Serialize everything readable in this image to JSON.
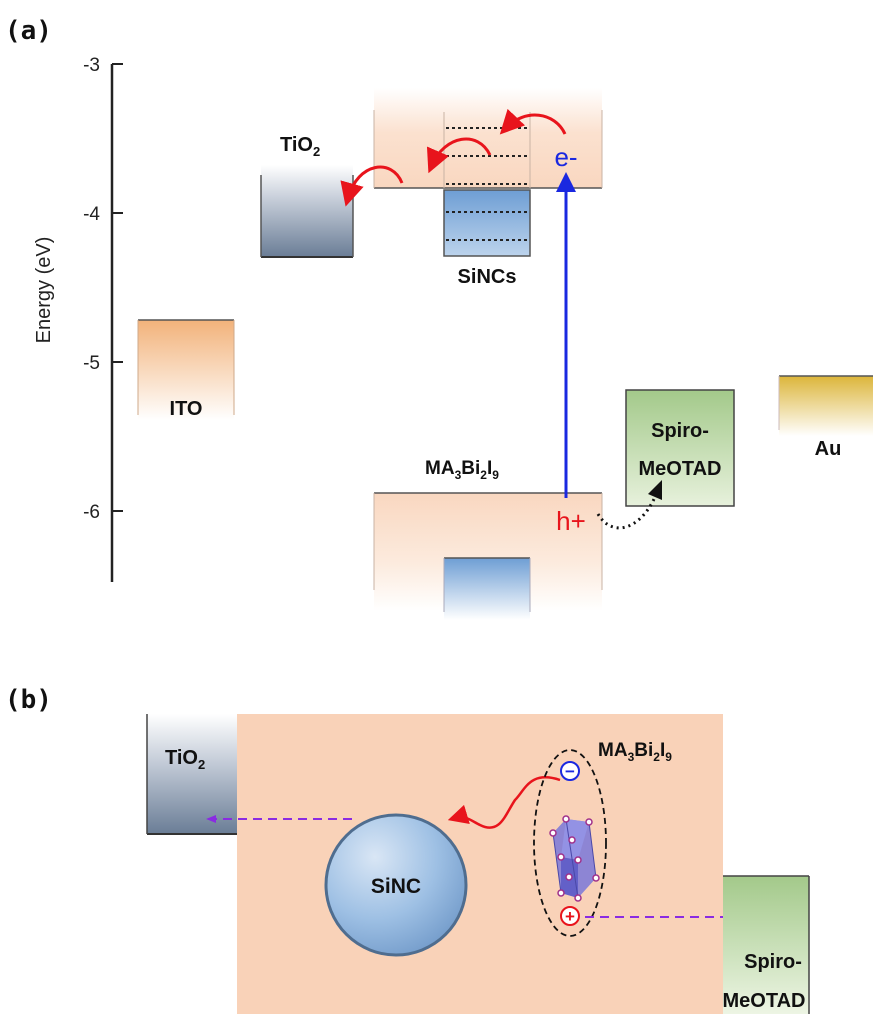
{
  "panel_a": {
    "label": "(a)",
    "y_axis": {
      "label": "Energy (eV)",
      "ticks": [
        "-3",
        "-4",
        "-5",
        "-6"
      ],
      "range": [
        -6.5,
        -3.0
      ]
    },
    "materials": {
      "tio2": {
        "label_main": "TiO",
        "label_sub": "2",
        "top_ev": -3.72,
        "bottom_ev": -4.28
      },
      "ito": {
        "label": "ITO",
        "top_ev": -4.7
      },
      "sincs": {
        "label": "SiNCs",
        "cb_ev": -3.82,
        "vb_top_ev": -3.82,
        "vb_bottom_ev": -4.28
      },
      "ma3bi2i9": {
        "label_parts": [
          "MA",
          "3",
          "Bi",
          "2",
          "I",
          "9"
        ],
        "vb_ev": -5.87,
        "cb_ev": -3.82
      },
      "spiro": {
        "label_line1": "Spiro-",
        "label_line2": "MeOTAD",
        "top_ev": -5.18,
        "bottom_ev": -5.9
      },
      "au": {
        "label": "Au",
        "top_ev": -5.1
      }
    },
    "carriers": {
      "electron": "e-",
      "hole": "h+"
    }
  },
  "panel_b": {
    "label": "(b)",
    "tio2": {
      "label_main": "TiO",
      "label_sub": "2"
    },
    "matrix": {
      "label_parts": [
        "MA",
        "3",
        "Bi",
        "2",
        "I",
        "9"
      ]
    },
    "sinc": {
      "label": "SiNC"
    },
    "spiro": {
      "label_line1": "Spiro-",
      "label_line2": "MeOTAD"
    },
    "charges": {
      "negative": "−",
      "positive": "+"
    }
  },
  "colors": {
    "electron_arrow": "#e8141c",
    "excitation_arrow": "#1a28e0",
    "transfer_arrow": "#8a2be2",
    "matrix_fill": "#f9d2b8",
    "spiro_fill": "#a3c98a",
    "tio2_fill": "#6a7d96",
    "ito_fill": "#f2b27a",
    "au_fill": "#dcb53a",
    "sinc_fill": "#7fa8d6"
  }
}
